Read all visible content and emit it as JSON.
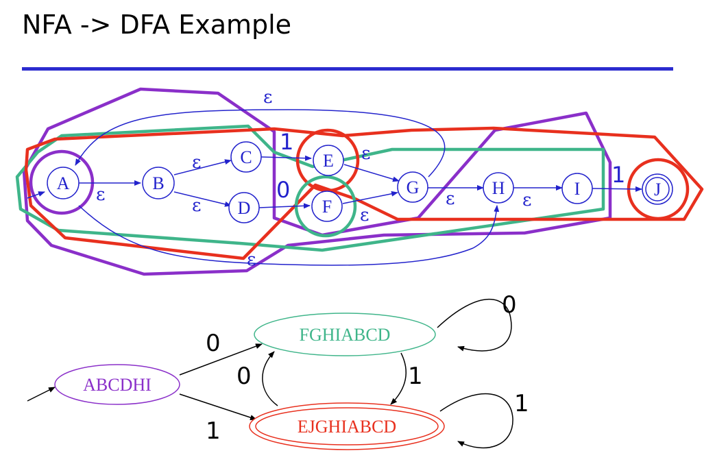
{
  "title": "NFA -> DFA Example",
  "colors": {
    "rule": "#2b2bcf",
    "nfa": "#2222cc",
    "purple": "#8a2fc9",
    "green": "#3fb58a",
    "red": "#e8301e",
    "black": "#000000"
  },
  "nfa": {
    "states": [
      "A",
      "B",
      "C",
      "D",
      "E",
      "F",
      "G",
      "H",
      "I",
      "J"
    ],
    "final": "J",
    "edges": [
      {
        "from": "A",
        "to": "B",
        "label": "ε"
      },
      {
        "from": "B",
        "to": "C",
        "label": "ε"
      },
      {
        "from": "B",
        "to": "D",
        "label": "ε"
      },
      {
        "from": "C",
        "to": "E",
        "label": "1"
      },
      {
        "from": "D",
        "to": "F",
        "label": "0"
      },
      {
        "from": "E",
        "to": "G",
        "label": "ε"
      },
      {
        "from": "F",
        "to": "G",
        "label": "ε"
      },
      {
        "from": "G",
        "to": "H",
        "label": "ε"
      },
      {
        "from": "H",
        "to": "I",
        "label": "ε"
      },
      {
        "from": "I",
        "to": "J",
        "label": "1"
      },
      {
        "from": "G",
        "to": "A",
        "label": "ε"
      },
      {
        "from": "A",
        "to": "H",
        "label": "ε"
      }
    ]
  },
  "dfa": {
    "states": [
      {
        "label": "ABCDHI",
        "color": "purple"
      },
      {
        "label": "FGHIABCD",
        "color": "green"
      },
      {
        "label": "EJGHIABCD",
        "color": "red",
        "final": true
      }
    ],
    "transitions": [
      {
        "from": "ABCDHI",
        "to": "FGHIABCD",
        "label": "0"
      },
      {
        "from": "ABCDHI",
        "to": "EJGHIABCD",
        "label": "1"
      },
      {
        "from": "FGHIABCD",
        "to": "FGHIABCD",
        "label": "0"
      },
      {
        "from": "FGHIABCD",
        "to": "EJGHIABCD",
        "label": "1"
      },
      {
        "from": "EJGHIABCD",
        "to": "FGHIABCD",
        "label": "0"
      },
      {
        "from": "EJGHIABCD",
        "to": "EJGHIABCD",
        "label": "1"
      }
    ]
  }
}
